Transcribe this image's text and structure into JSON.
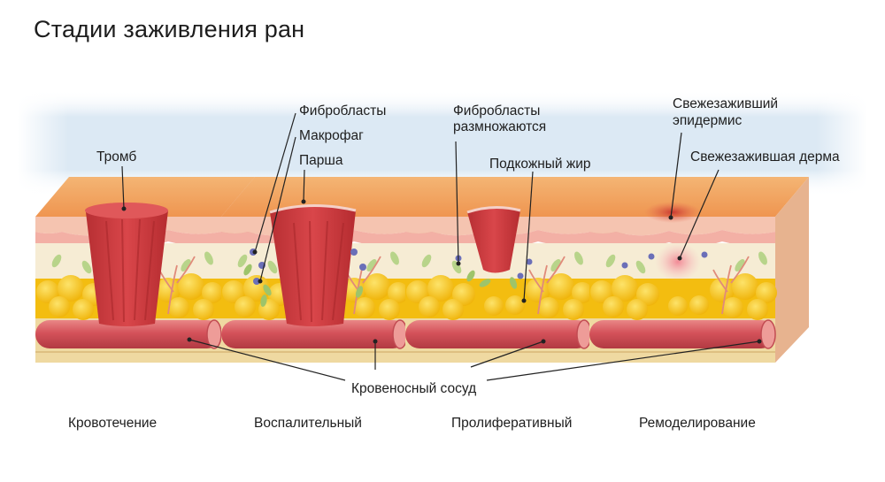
{
  "title": "Стадии заживления ран",
  "labels": {
    "thrombus": "Тромб",
    "fibroblasts": "Фибробласты",
    "macrophage": "Макрофаг",
    "scab": "Парша",
    "fibroblasts_multiply_1": "Фибробласты",
    "fibroblasts_multiply_2": "размножаются",
    "subcutaneous_fat": "Подкожный жир",
    "new_epidermis_1": "Свежезаживший",
    "new_epidermis_2": "эпидермис",
    "new_dermis": "Свежезажившая дерма",
    "blood_vessel": "Кровеносный сосуд"
  },
  "stages": [
    "Кровотечение",
    "Воспалительный",
    "Пролиферативный",
    "Ремоделирование"
  ],
  "colors": {
    "skin_top": "#f2a45e",
    "epidermis": "#f6c9b5",
    "dermis": "#f5ead0",
    "fat": "#f7c415",
    "vessel": "#d8585c",
    "wound": "#c8393b",
    "sky": "#d9e8f3"
  }
}
